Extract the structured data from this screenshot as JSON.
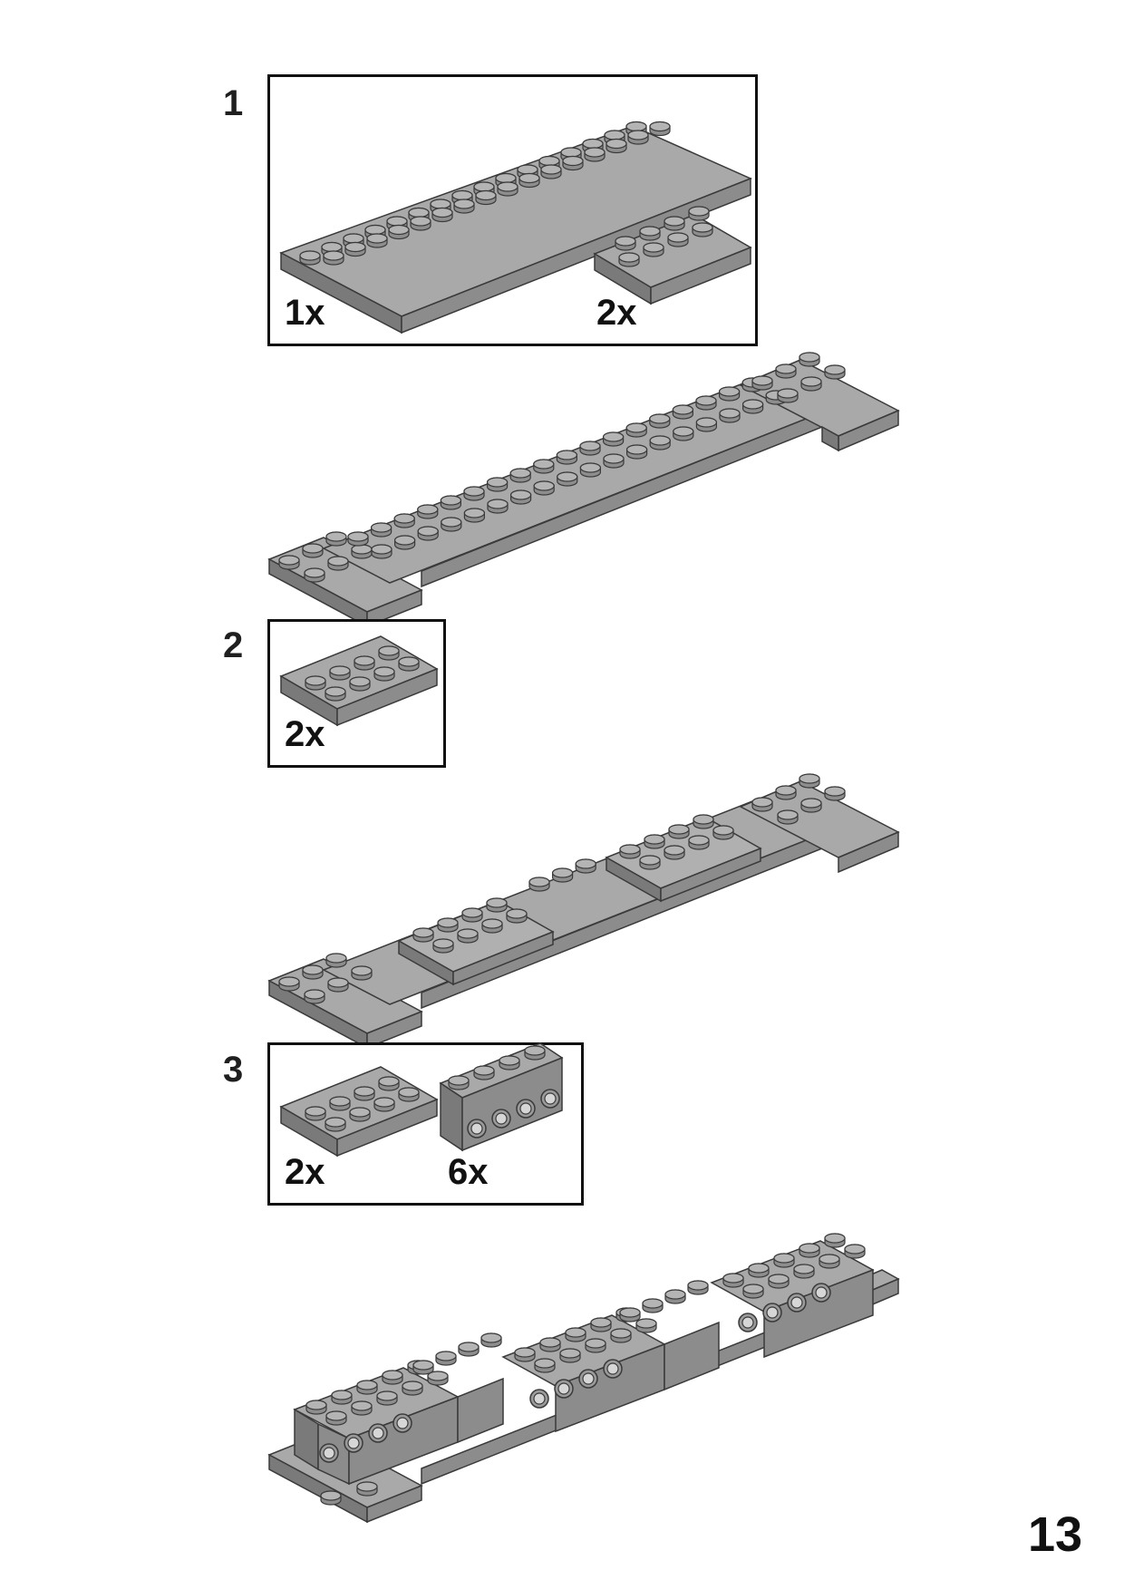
{
  "page_number": "13",
  "colors": {
    "brick_top": "#a9a9a9",
    "brick_front": "#8c8c8c",
    "brick_side": "#7a7a7a",
    "outline": "#3a3a3a"
  },
  "steps": [
    {
      "number": "1",
      "parts": [
        {
          "qty": "1x",
          "part": "plate-2x16"
        },
        {
          "qty": "2x",
          "part": "plate-2x4"
        }
      ]
    },
    {
      "number": "2",
      "parts": [
        {
          "qty": "2x",
          "part": "plate-2x4"
        }
      ]
    },
    {
      "number": "3",
      "parts": [
        {
          "qty": "2x",
          "part": "plate-2x4"
        },
        {
          "qty": "6x",
          "part": "technic-brick-1x4"
        }
      ]
    }
  ]
}
